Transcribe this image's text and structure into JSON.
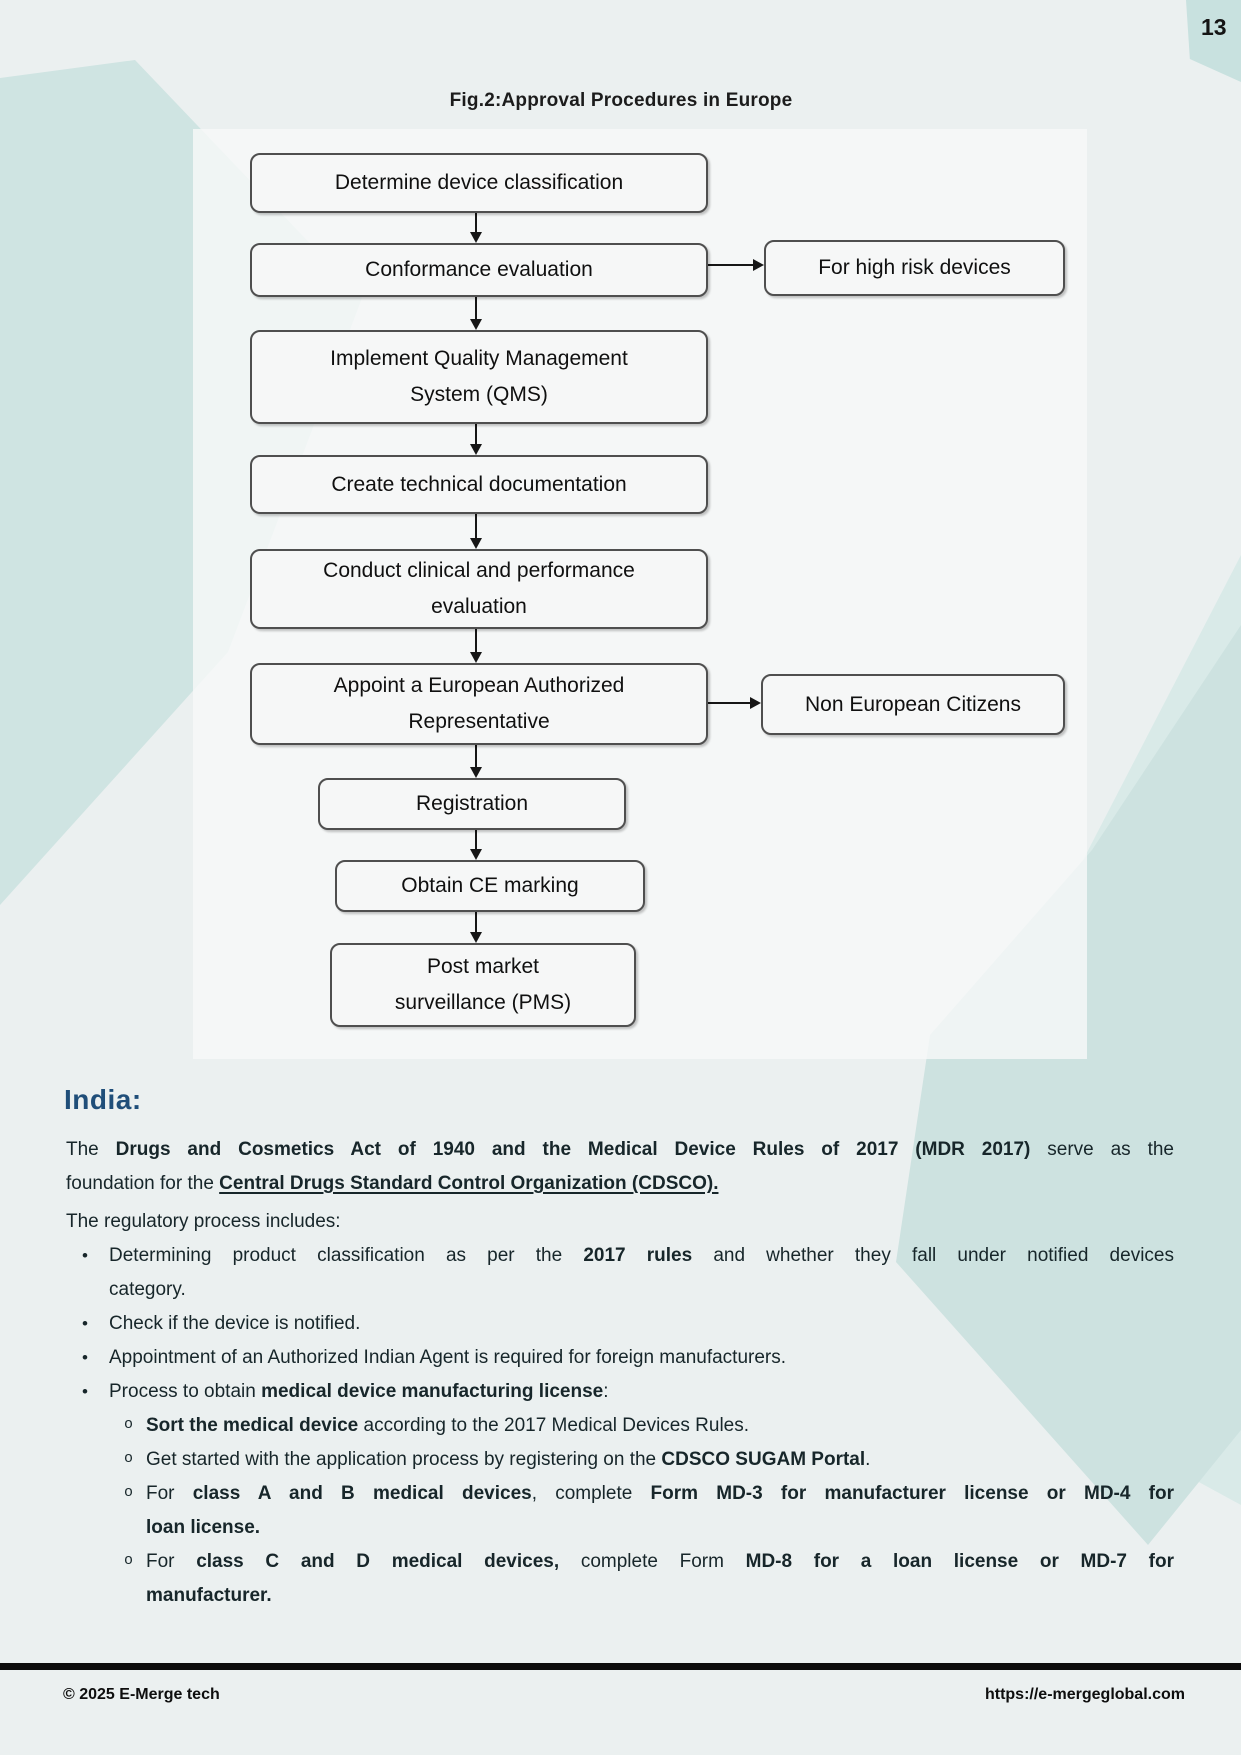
{
  "page_number": "13",
  "figure": {
    "title": "Fig.2:Approval Procedures in Europe",
    "steps": [
      {
        "label": "Determine device classification"
      },
      {
        "label": "Conformance evaluation"
      },
      {
        "label": "Implement Quality Management\nSystem (QMS)"
      },
      {
        "label": "Create technical documentation"
      },
      {
        "label": "Conduct clinical and performance\nevaluation"
      },
      {
        "label": "Appoint a European Authorized\nRepresentative"
      },
      {
        "label": "Registration"
      },
      {
        "label": "Obtain CE marking"
      },
      {
        "label": "Post market\nsurveillance (PMS)"
      }
    ],
    "side_notes": [
      {
        "label": "For high risk devices",
        "attached_to": "Conformance evaluation"
      },
      {
        "label": "Non European Citizens",
        "attached_to": "Appoint a European Authorized Representative"
      }
    ]
  },
  "india": {
    "heading": "India:",
    "bullet_marker": "•",
    "sub_bullet_marker": "o",
    "intro_lines": [
      [
        {
          "t": "The "
        },
        {
          "t": "Drugs and Cosmetics Act of 1940 and the Medical Device Rules of 2017 (MDR 2017)",
          "b": true
        },
        {
          "t": " serve as the"
        }
      ],
      [
        {
          "t": "foundation for the "
        },
        {
          "t": "Central Drugs Standard Control Organization (CDSCO).",
          "b": true,
          "u": true
        }
      ]
    ],
    "process_label": "The regulatory process includes:",
    "bullets": [
      {
        "lines": [
          [
            {
              "t": "Determining product classification as per the "
            },
            {
              "t": "2017 rules",
              "b": true
            },
            {
              "t": " and whether they fall under notified devices"
            }
          ],
          [
            {
              "t": "category."
            }
          ]
        ]
      },
      {
        "lines": [
          [
            {
              "t": "Check if the device is notified."
            }
          ]
        ]
      },
      {
        "lines": [
          [
            {
              "t": "Appointment of an Authorized Indian Agent is required for foreign manufacturers."
            }
          ]
        ]
      },
      {
        "lines": [
          [
            {
              "t": "Process to obtain "
            },
            {
              "t": "medical device manufacturing license",
              "b": true
            },
            {
              "t": ":"
            }
          ]
        ]
      }
    ],
    "sub_bullets": [
      {
        "lines": [
          [
            {
              "t": "Sort the medical device",
              "b": true
            },
            {
              "t": " according to the 2017 Medical Devices Rules."
            }
          ]
        ]
      },
      {
        "lines": [
          [
            {
              "t": "Get started with the application process by registering on the "
            },
            {
              "t": "CDSCO SUGAM Portal",
              "b": true
            },
            {
              "t": "."
            }
          ]
        ]
      },
      {
        "lines": [
          [
            {
              "t": "For "
            },
            {
              "t": "class A and B medical devices",
              "b": true
            },
            {
              "t": ", complete "
            },
            {
              "t": "Form MD-3 for manufacturer license or MD-4 for",
              "b": true
            }
          ],
          [
            {
              "t": "loan license.",
              "b": true
            }
          ]
        ]
      },
      {
        "lines": [
          [
            {
              "t": "For "
            },
            {
              "t": "class C and D medical devices,",
              "b": true
            },
            {
              "t": " complete Form "
            },
            {
              "t": "MD-8 for a loan license or MD-7 for",
              "b": true
            }
          ],
          [
            {
              "t": "manufacturer.",
              "b": true
            }
          ]
        ]
      }
    ]
  },
  "footer": {
    "copyright": "© 2025 E-Merge tech",
    "url": "https://e-mergeglobal.com"
  },
  "colors": {
    "page_background": "#ebf0f0",
    "accent_teal": "#cfe4e2",
    "banner_teal": "#c8e1df",
    "heading_blue": "#1f4e79",
    "footer_bar": "#0c0c0c"
  }
}
